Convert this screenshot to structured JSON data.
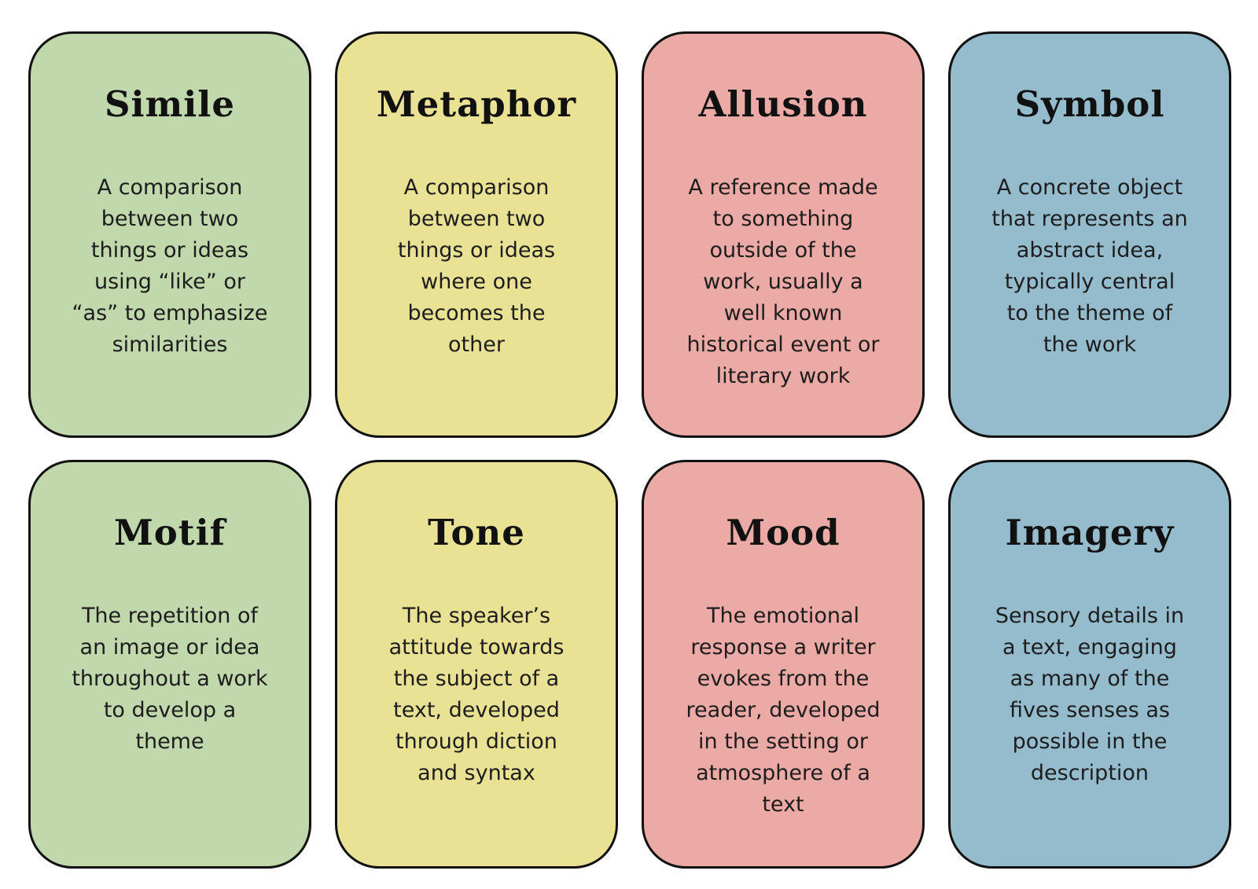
{
  "page": {
    "background": "#ffffff",
    "border_color": "#111111",
    "title_color": "#111111",
    "body_text_color": "#1d1d1d"
  },
  "cards": [
    {
      "id": "simile",
      "title": "Simile",
      "color": "#c0d8ac",
      "definition": "A comparison\nbetween two\nthings or ideas\nusing “like” or\n“as” to emphasize\nsimilarities"
    },
    {
      "id": "metaphor",
      "title": "Metaphor",
      "color": "#e9e295",
      "definition": "A comparison\nbetween two\nthings or ideas\nwhere one\nbecomes the\nother"
    },
    {
      "id": "allusion",
      "title": "Allusion",
      "color": "#ecaaa6",
      "definition": "A reference made\nto something\noutside of the\nwork, usually a\nwell known\nhistorical event or\nliterary work"
    },
    {
      "id": "symbol",
      "title": "Symbol",
      "color": "#95bccd",
      "definition": "A concrete object\nthat represents an\nabstract idea,\ntypically central\nto the theme of\nthe work"
    },
    {
      "id": "motif",
      "title": "Motif",
      "color": "#c0d8ac",
      "definition": "The repetition of\nan image or idea\nthroughout a work\nto develop a\ntheme"
    },
    {
      "id": "tone",
      "title": "Tone",
      "color": "#e9e295",
      "definition": "The speaker’s\nattitude towards\nthe subject of a\ntext, developed\nthrough diction\nand syntax"
    },
    {
      "id": "mood",
      "title": "Mood",
      "color": "#ecaaa6",
      "definition": "The emotional\nresponse a writer\nevokes from the\nreader, developed\nin the setting or\natmosphere of a\ntext"
    },
    {
      "id": "imagery",
      "title": "Imagery",
      "color": "#95bccd",
      "definition": "Sensory details in\na text, engaging\nas many of the\nfives senses as\npossible in the\ndescription"
    }
  ]
}
